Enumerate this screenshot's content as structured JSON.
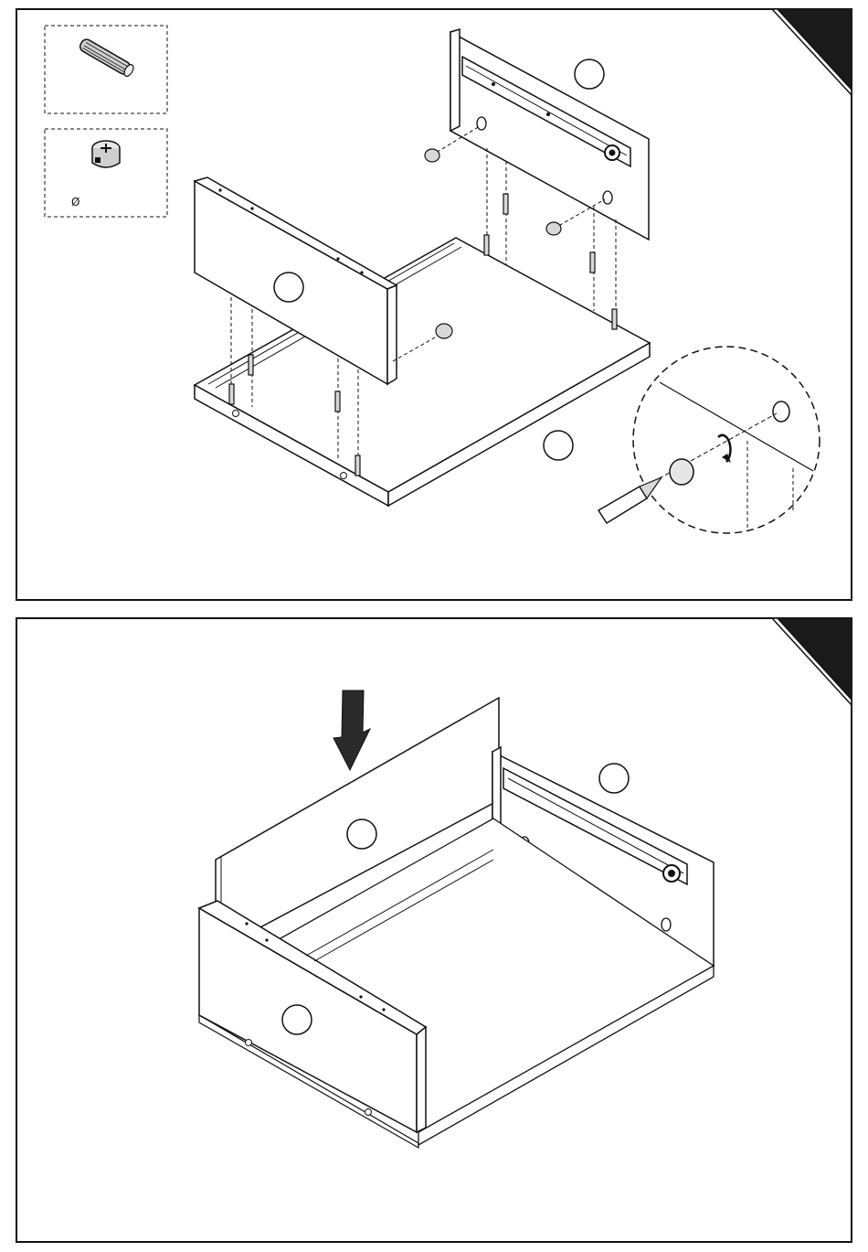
{
  "document": {
    "type": "assembly-instructions",
    "panels": [
      {
        "id": "step-a",
        "hardware_legend": [
          {
            "icon": "wooden-dowel-icon",
            "label": ""
          },
          {
            "icon": "cam-lock-icon",
            "label": "Ø"
          }
        ],
        "part_callouts": [
          "",
          "",
          ""
        ],
        "detail_view": {
          "icon": "screwdriver-icon",
          "rotation": "clockwise-arrow-icon"
        }
      },
      {
        "id": "step-b",
        "part_callouts": [
          "",
          "",
          ""
        ],
        "direction_icon": "down-arrow-icon"
      }
    ],
    "colors": {
      "ink": "#111111",
      "paper": "#ffffff",
      "corner_tab": "#1a1a1a",
      "hardware_grey": "#d8d8d8"
    }
  }
}
